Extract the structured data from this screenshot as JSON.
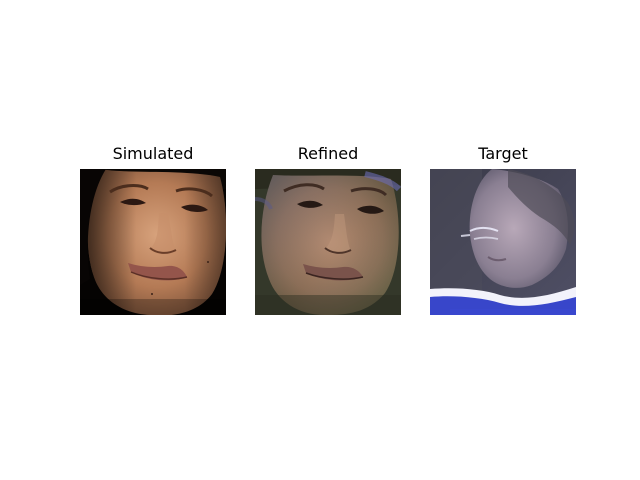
{
  "figure": {
    "panels": [
      {
        "title": "Simulated",
        "image": "simulated-face-image"
      },
      {
        "title": "Refined",
        "image": "refined-face-image"
      },
      {
        "title": "Target",
        "image": "target-face-image"
      }
    ]
  }
}
